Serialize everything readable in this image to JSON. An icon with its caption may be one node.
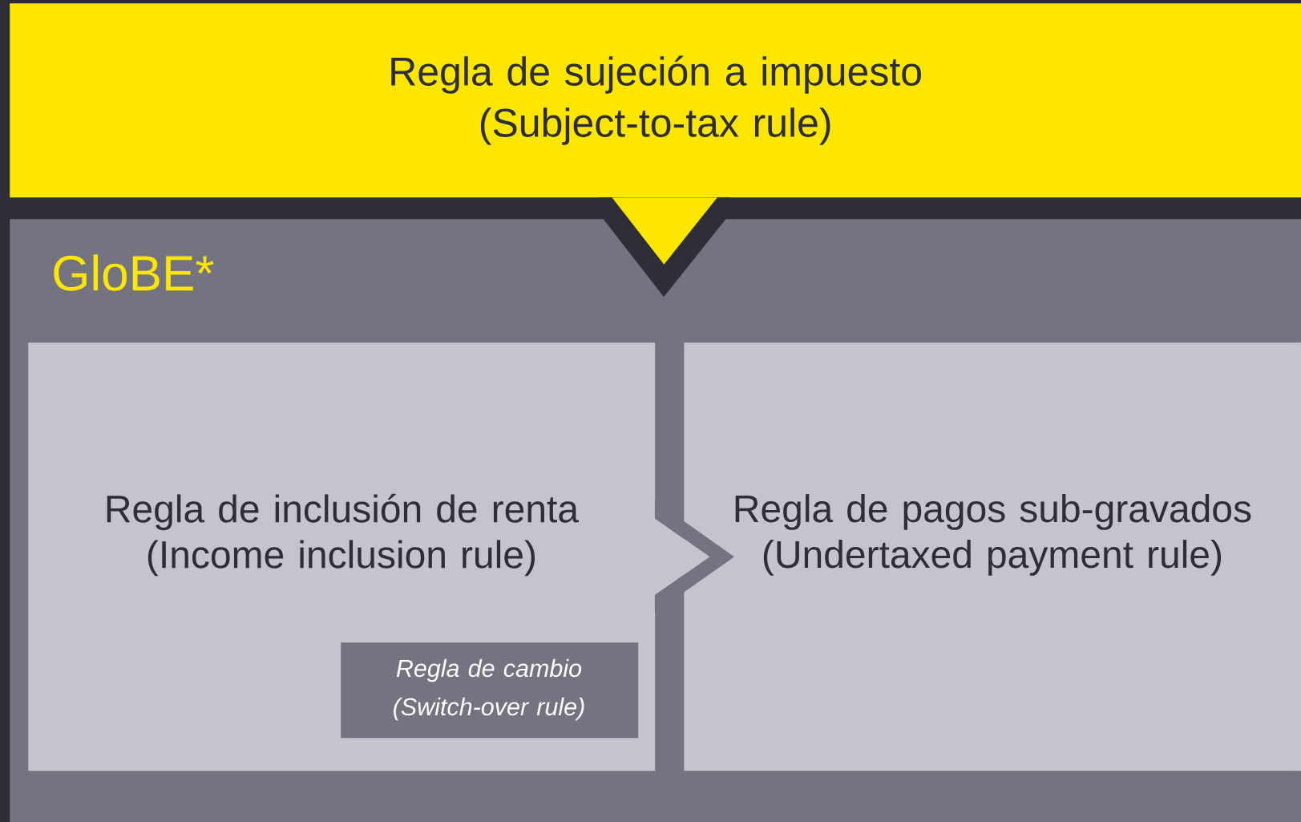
{
  "diagram": {
    "nodes": [
      {
        "text": [
          "Regla de sujeción a impuesto (Subject-to-tax rule)"
        ]
      },
      {
        "text": [
          "GloBE*"
        ]
      },
      {
        "text": [
          "Regla de inclusión de renta (Income inclusion rule)"
        ],
        "in": 1
      },
      {
        "text": [
          "Regla de cambio (Switch-over rule)"
        ],
        "in": 2
      },
      {
        "text": [
          "Regla de pagos sub-gravados (Undertaxed payment rule)"
        ],
        "in": 1
      }
    ],
    "edges": [
      {
        "from": 0,
        "to": 1,
        "arrow": "to"
      },
      {
        "from": 2,
        "to": 4,
        "arrow": "to"
      }
    ]
  }
}
